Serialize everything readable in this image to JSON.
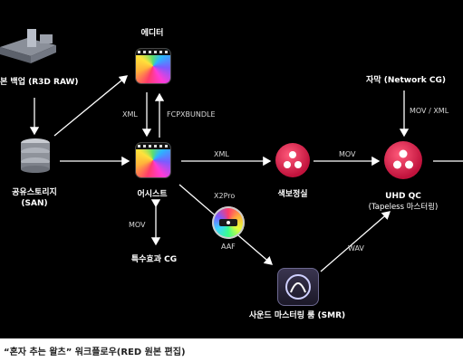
{
  "nodes": {
    "r3d_backup": "본 백업 (R3D RAW)",
    "storage": "공유스토리지",
    "storage_sub": "(SAN)",
    "editor": "에디터",
    "assist": "어시스트",
    "vfx": "특수효과 CG",
    "color": "색보정실",
    "uhd_qc": "UHD QC",
    "uhd_qc_sub": "(Tapeless 마스터링)",
    "subtitle": "자막 (Network CG)",
    "sound": "사운드 마스터링 룸 (SMR)"
  },
  "edges": {
    "xml_editor": "XML",
    "fcpxbundle": "FCPXBUNDLE",
    "xml_color": "XML",
    "mov_qc": "MOV",
    "mov_xml": "MOV / XML",
    "x2pro": "X2Pro",
    "aaf": "AAF",
    "mov_vfx": "MOV",
    "wav": "WAV"
  },
  "icons": [
    "server-icon",
    "final-cut-pro-icon",
    "davinci-resolve-icon",
    "x2pro-icon",
    "pro-tools-icon",
    "camera-drive-icon"
  ],
  "colors": {
    "background": "#000000",
    "resolve_red": "#c0123c",
    "text": "#ffffff"
  },
  "caption": "“혼자 추는 왈츠” 워크플로우(RED 원본 편집)"
}
